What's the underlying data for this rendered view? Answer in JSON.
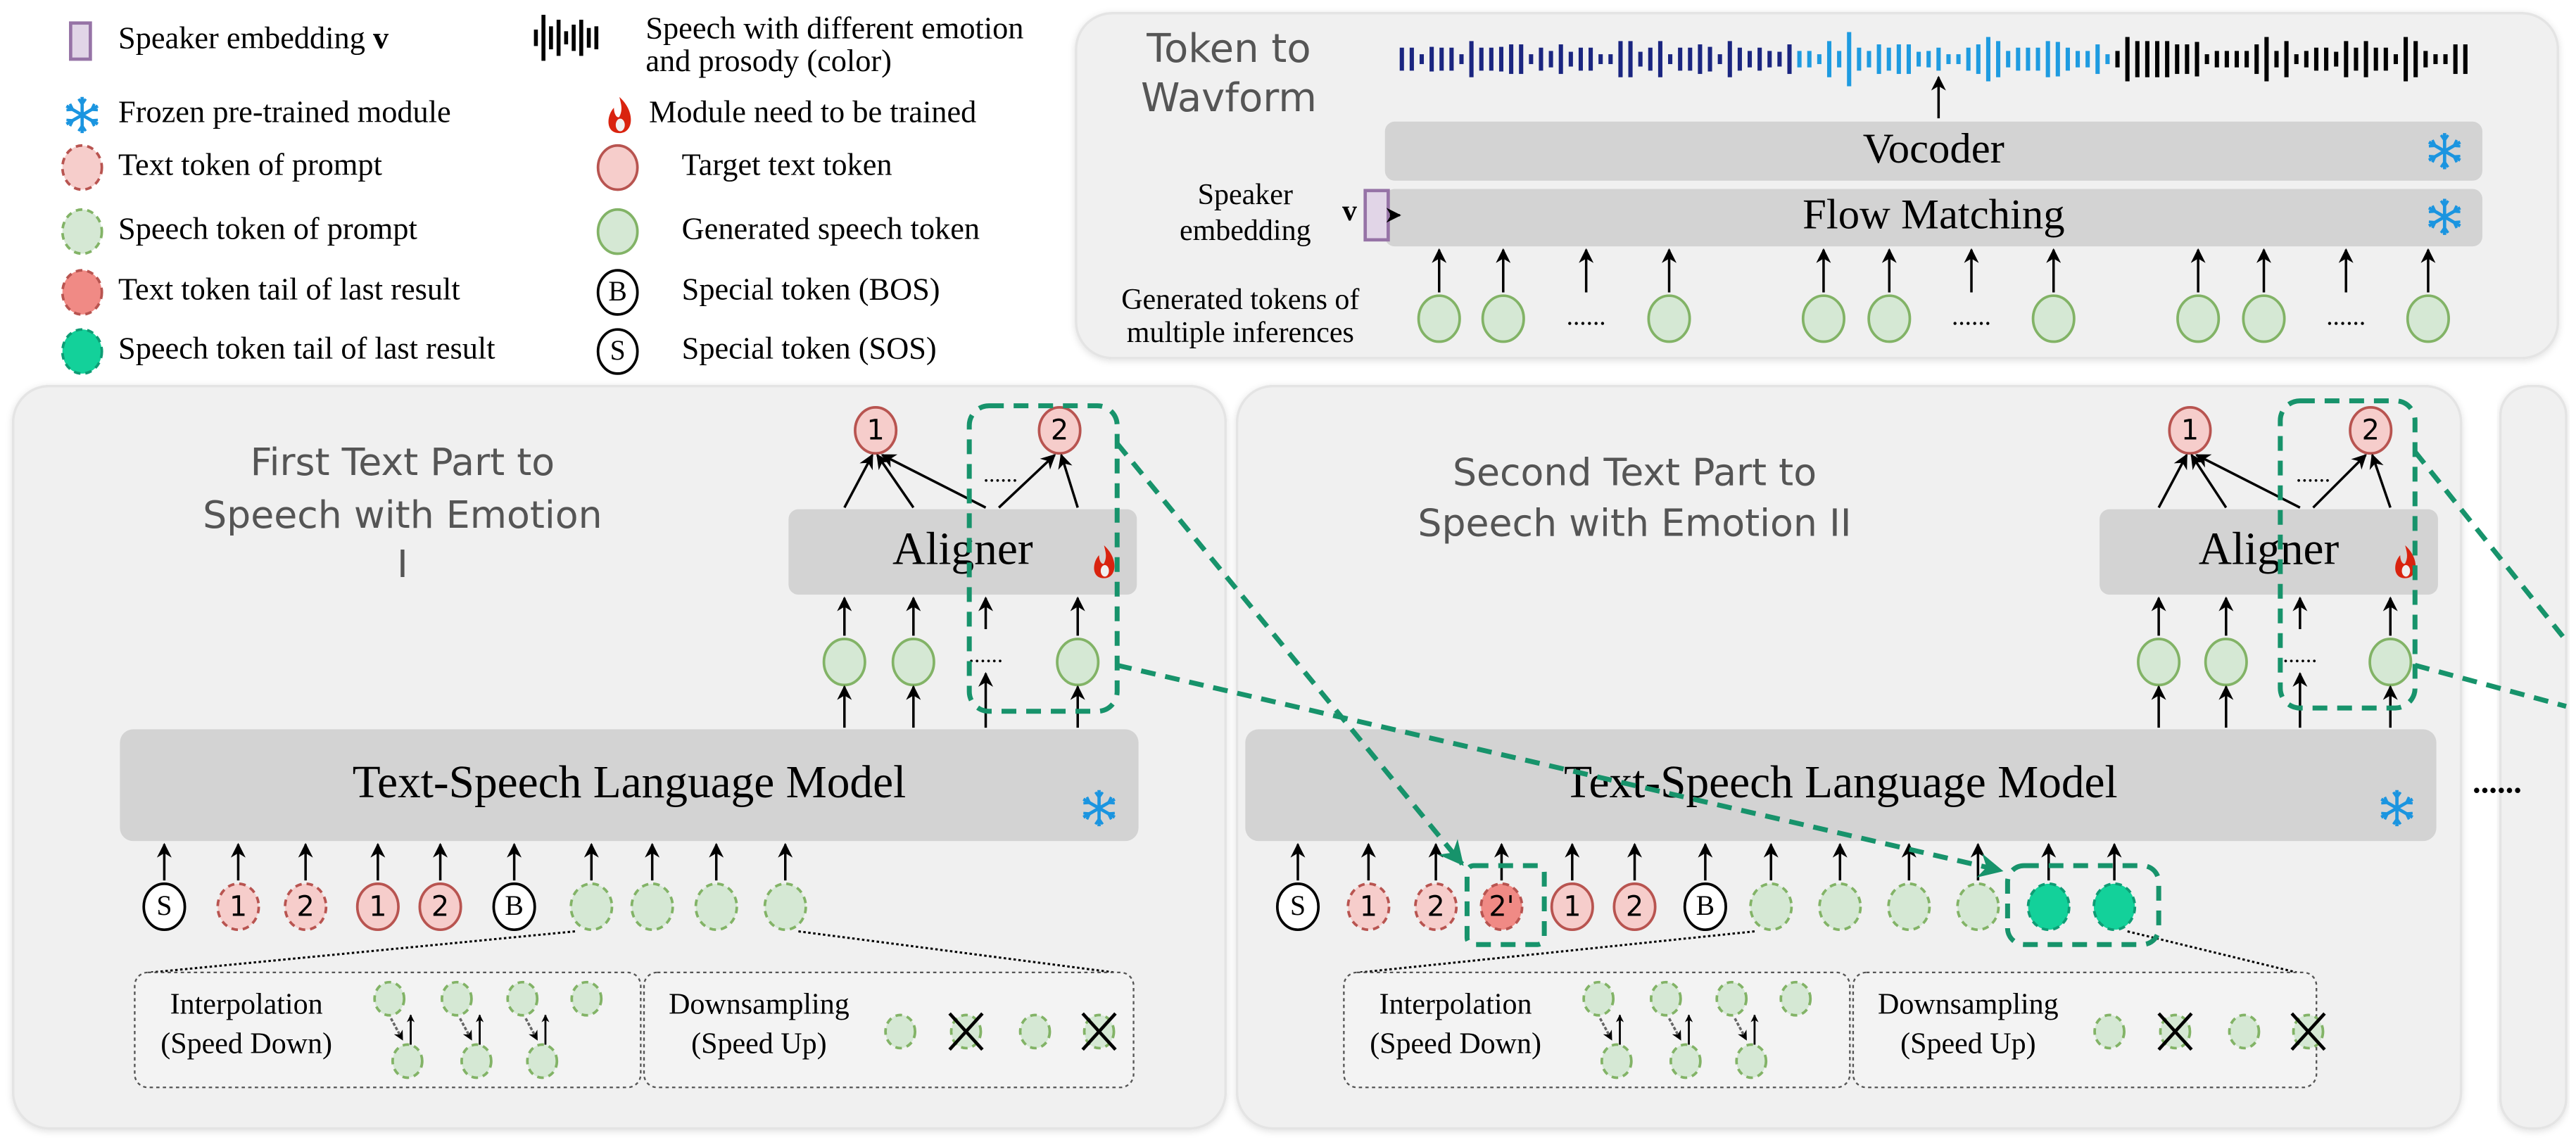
{
  "legend": {
    "left": [
      {
        "label": "Speaker embedding ",
        "bold_suffix": "v",
        "icon": "speaker-embedding-icon"
      },
      {
        "label": "Frozen pre-trained module",
        "icon": "snowflake-icon"
      },
      {
        "label": "Text token of prompt",
        "icon": "prompt-text-token-icon"
      },
      {
        "label": "Speech token of prompt",
        "icon": "prompt-speech-token-icon"
      },
      {
        "label": "Text token tail of last result",
        "icon": "tail-text-token-icon"
      },
      {
        "label": "Speech token tail of last result",
        "icon": "tail-speech-token-icon"
      }
    ],
    "right": [
      {
        "label_lines": [
          "Speech with different emotion",
          "and prosody (color)"
        ],
        "icon": "waveform-icon"
      },
      {
        "label": "Module need to be trained",
        "icon": "flame-icon"
      },
      {
        "label": "Target text token",
        "icon": "target-text-token-icon"
      },
      {
        "label": "Generated speech token",
        "icon": "generated-speech-token-icon"
      },
      {
        "label": "Special token (BOS)",
        "token": "B",
        "icon": "bos-token-icon"
      },
      {
        "label": "Special token (SOS)",
        "token": "S",
        "icon": "sos-token-icon"
      }
    ]
  },
  "vocoder_panel": {
    "title_lines": [
      "Token to",
      "Wavform"
    ],
    "vocoder": "Vocoder",
    "flow_matching": "Flow Matching",
    "speaker_lines": [
      "Speaker",
      "embedding"
    ],
    "speaker_symbol": "v",
    "tokens_label_lines": [
      "Generated tokens of",
      "multiple inferences"
    ],
    "ellipsis": "......",
    "waveform_colors": [
      "#1a2580",
      "#1e9be0",
      "#000000"
    ]
  },
  "panels": [
    {
      "title_lines": [
        "First Text Part to",
        "Speech with Emotion",
        "I"
      ],
      "aligner": "Aligner",
      "lm": "Text-Speech Language Model",
      "aligner_outputs": [
        "1",
        "2"
      ],
      "input_tokens": [
        {
          "type": "special",
          "label": "S"
        },
        {
          "type": "prompt-text",
          "label": "1"
        },
        {
          "type": "prompt-text",
          "label": "2"
        },
        {
          "type": "target-text",
          "label": "1"
        },
        {
          "type": "target-text",
          "label": "2"
        },
        {
          "type": "special",
          "label": "B"
        },
        {
          "type": "prompt-speech",
          "label": ""
        },
        {
          "type": "prompt-speech",
          "label": ""
        },
        {
          "type": "prompt-speech",
          "label": ""
        },
        {
          "type": "prompt-speech",
          "label": ""
        }
      ],
      "interpolation_lines": [
        "Interpolation",
        "(Speed Down)"
      ],
      "downsampling_lines": [
        "Downsampling",
        "(Speed Up)"
      ],
      "ellipsis": "......"
    },
    {
      "title_lines": [
        "Second Text Part to",
        "Speech with Emotion  II"
      ],
      "aligner": "Aligner",
      "lm": "Text-Speech Language Model",
      "aligner_outputs": [
        "1",
        "2"
      ],
      "input_tokens": [
        {
          "type": "special",
          "label": "S"
        },
        {
          "type": "prompt-text",
          "label": "1"
        },
        {
          "type": "prompt-text",
          "label": "2"
        },
        {
          "type": "tail-text",
          "label": "2'"
        },
        {
          "type": "target-text",
          "label": "1"
        },
        {
          "type": "target-text",
          "label": "2"
        },
        {
          "type": "special",
          "label": "B"
        },
        {
          "type": "prompt-speech",
          "label": ""
        },
        {
          "type": "prompt-speech",
          "label": ""
        },
        {
          "type": "prompt-speech",
          "label": ""
        },
        {
          "type": "prompt-speech",
          "label": ""
        },
        {
          "type": "tail-speech",
          "label": ""
        },
        {
          "type": "tail-speech",
          "label": ""
        }
      ],
      "interpolation_lines": [
        "Interpolation",
        "(Speed Down)"
      ],
      "downsampling_lines": [
        "Downsampling",
        "(Speed Up)"
      ],
      "ellipsis": "......"
    }
  ],
  "continuation": "......",
  "colors": {
    "text_token_fill": "#f6cdcb",
    "text_token_stroke": "#b85450",
    "tail_text_fill": "#f08a85",
    "speech_token_fill": "#d5e8d4",
    "speech_token_stroke": "#82b366",
    "tail_speech_fill": "#13d19a",
    "tail_speech_stroke": "#0e9c74",
    "frozen": "#1b95e0",
    "trained": "#d9230f",
    "flow_link": "#17936b",
    "speaker_fill": "#e1d5e7",
    "speaker_stroke": "#9673a6"
  }
}
